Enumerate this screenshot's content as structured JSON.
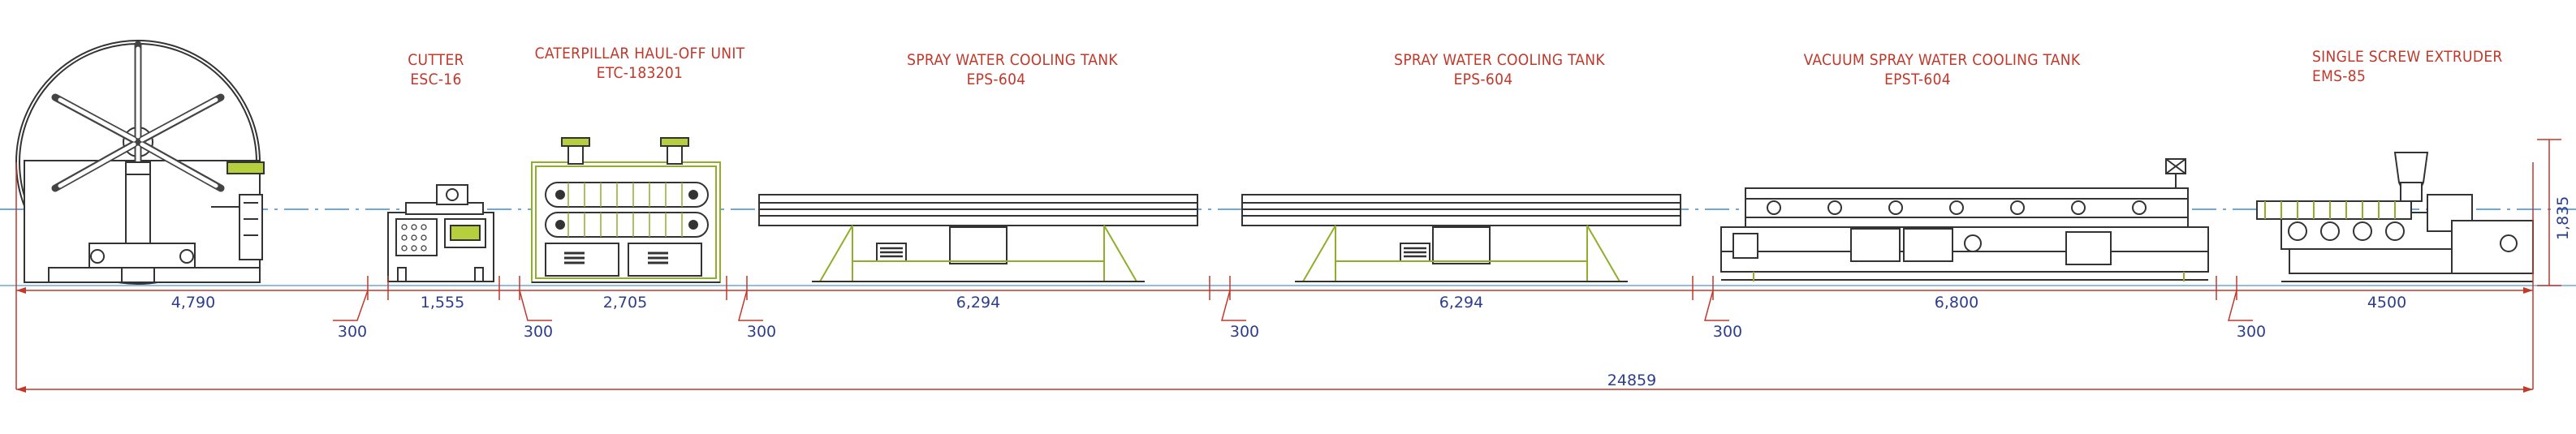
{
  "stations": [
    {
      "name": "CUTTER",
      "model": "ESC-16"
    },
    {
      "name": "CATERPILLAR HAUL-OFF UNIT",
      "model": "ETC-183201"
    },
    {
      "name": "SPRAY WATER COOLING TANK",
      "model": "EPS-604"
    },
    {
      "name": "SPRAY WATER COOLING TANK",
      "model": "EPS-604"
    },
    {
      "name": "VACUUM SPRAY WATER COOLING TANK",
      "model": "EPST-604"
    },
    {
      "name": "SINGLE SCREW EXTRUDER",
      "model": "EMS-85"
    }
  ],
  "dimensions": {
    "lengths": [
      "4,790",
      "1,555",
      "2,705",
      "6,294",
      "6,294",
      "6,800",
      "4500"
    ],
    "gaps": [
      "300",
      "300",
      "300",
      "300",
      "300",
      "300"
    ],
    "total": "24859",
    "height": "1,835"
  },
  "colors": {
    "frame": "#444444",
    "accent": "#b6cf3f",
    "dimension": "#c0392b",
    "centerline": "#6fa8dc",
    "text_dim": "#2c3e8c",
    "text_label": "#c0392b"
  }
}
